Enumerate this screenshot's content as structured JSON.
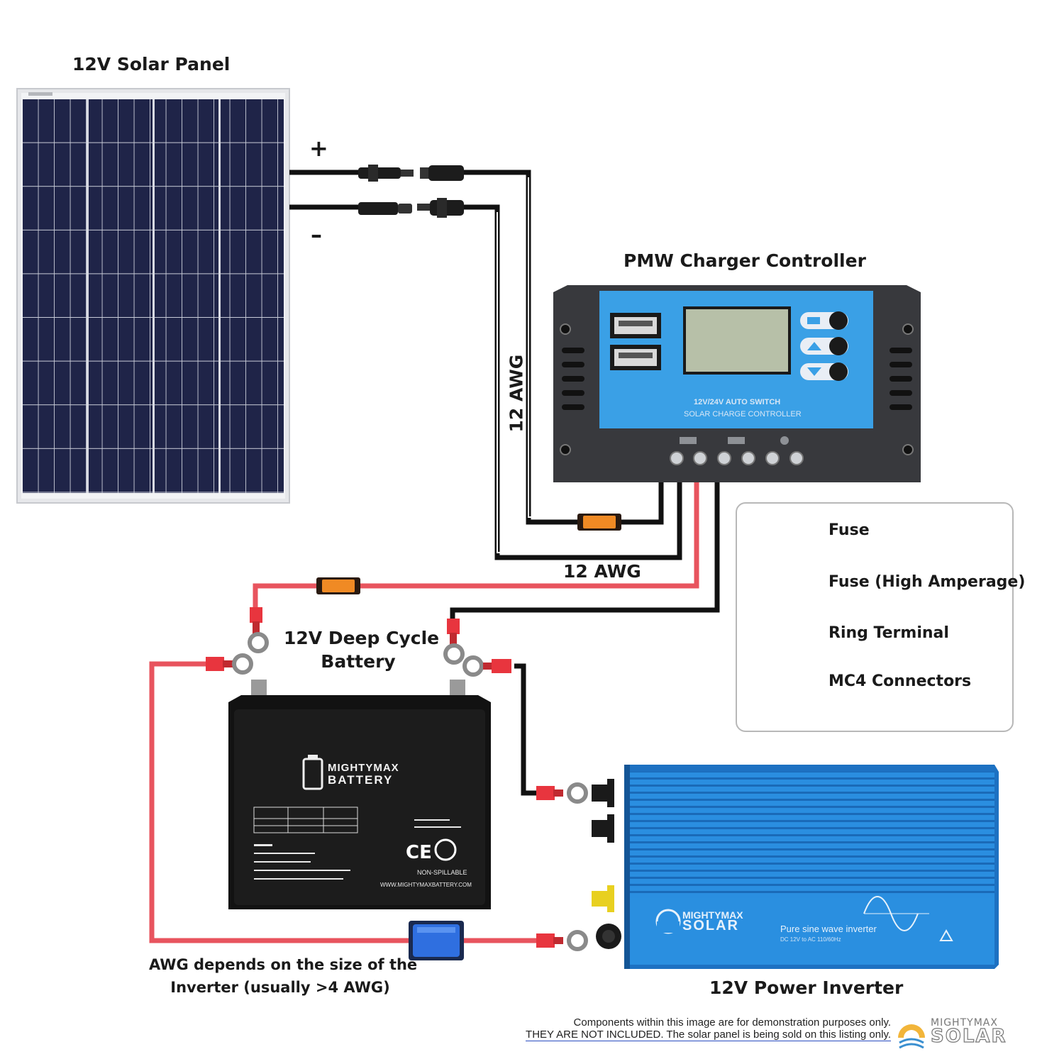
{
  "labels": {
    "solar_panel": "12V Solar Panel",
    "plus": "+",
    "minus": "–",
    "charger_controller": "PMW Charger Controller",
    "awg_vertical": "12 AWG",
    "awg_horizontal": "12 AWG",
    "battery_line1": "12V Deep Cycle",
    "battery_line2": "Battery",
    "inverter": "12V Power Inverter",
    "awg_note_line1": "AWG depends on the size of the",
    "awg_note_line2": "Inverter (usually >4 AWG)"
  },
  "controller": {
    "line1": "12V/24V AUTO SWITCH",
    "line2": "SOLAR CHARGE CONTROLLER"
  },
  "battery": {
    "brand_line1": "MIGHTYMAX",
    "brand_line2": "BATTERY",
    "non_spillable": "NON-SPILLABLE",
    "website": "WWW.MIGHTYMAXBATTERY.COM"
  },
  "inverter_device": {
    "brand_line1": "MIGHTYMAX",
    "brand_line2": "SOLAR",
    "product": "Pure sine wave inverter",
    "spec": "DC 12V to AC 110/60Hz"
  },
  "legend": {
    "items": [
      {
        "label": "Fuse",
        "icon": "fuse-icon"
      },
      {
        "label": "Fuse (High Amperage)",
        "icon": "high-amperage-fuse-icon"
      },
      {
        "label": "Ring Terminal",
        "icon": "ring-terminal-icon"
      },
      {
        "label": "MC4 Connectors",
        "icon": "mc4-connector-icon"
      }
    ]
  },
  "footer": {
    "disclaimer_line1": "Components within this image are for demonstration purposes only.",
    "disclaimer_line2": "THEY ARE NOT INCLUDED. The solar panel is being sold on this listing only.",
    "brand_line1": "MIGHTYMAX",
    "brand_line2": "SOLAR"
  },
  "colors": {
    "wire_black": "#111111",
    "wire_red": "#e8545e",
    "fuse_orange": "#f08a24",
    "fuse_blue": "#2f6fe0",
    "controller_blue": "#3aa0e6",
    "inverter_blue": "#2a8fe0",
    "panel_cell": "#1f2448"
  }
}
